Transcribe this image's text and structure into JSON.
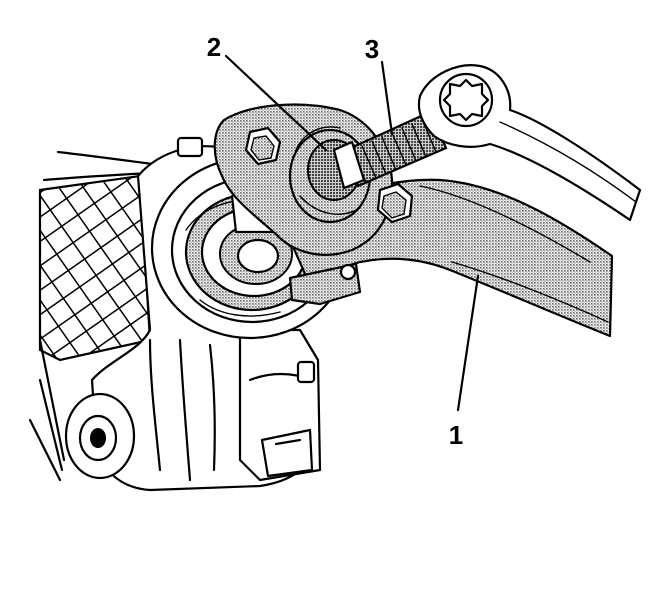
{
  "callouts": [
    {
      "id": "1",
      "label": "1"
    },
    {
      "id": "2",
      "label": "2"
    },
    {
      "id": "3",
      "label": "3"
    }
  ],
  "colors": {
    "ink": "#000000",
    "background": "#ffffff",
    "shade": "#9a9a9a"
  }
}
